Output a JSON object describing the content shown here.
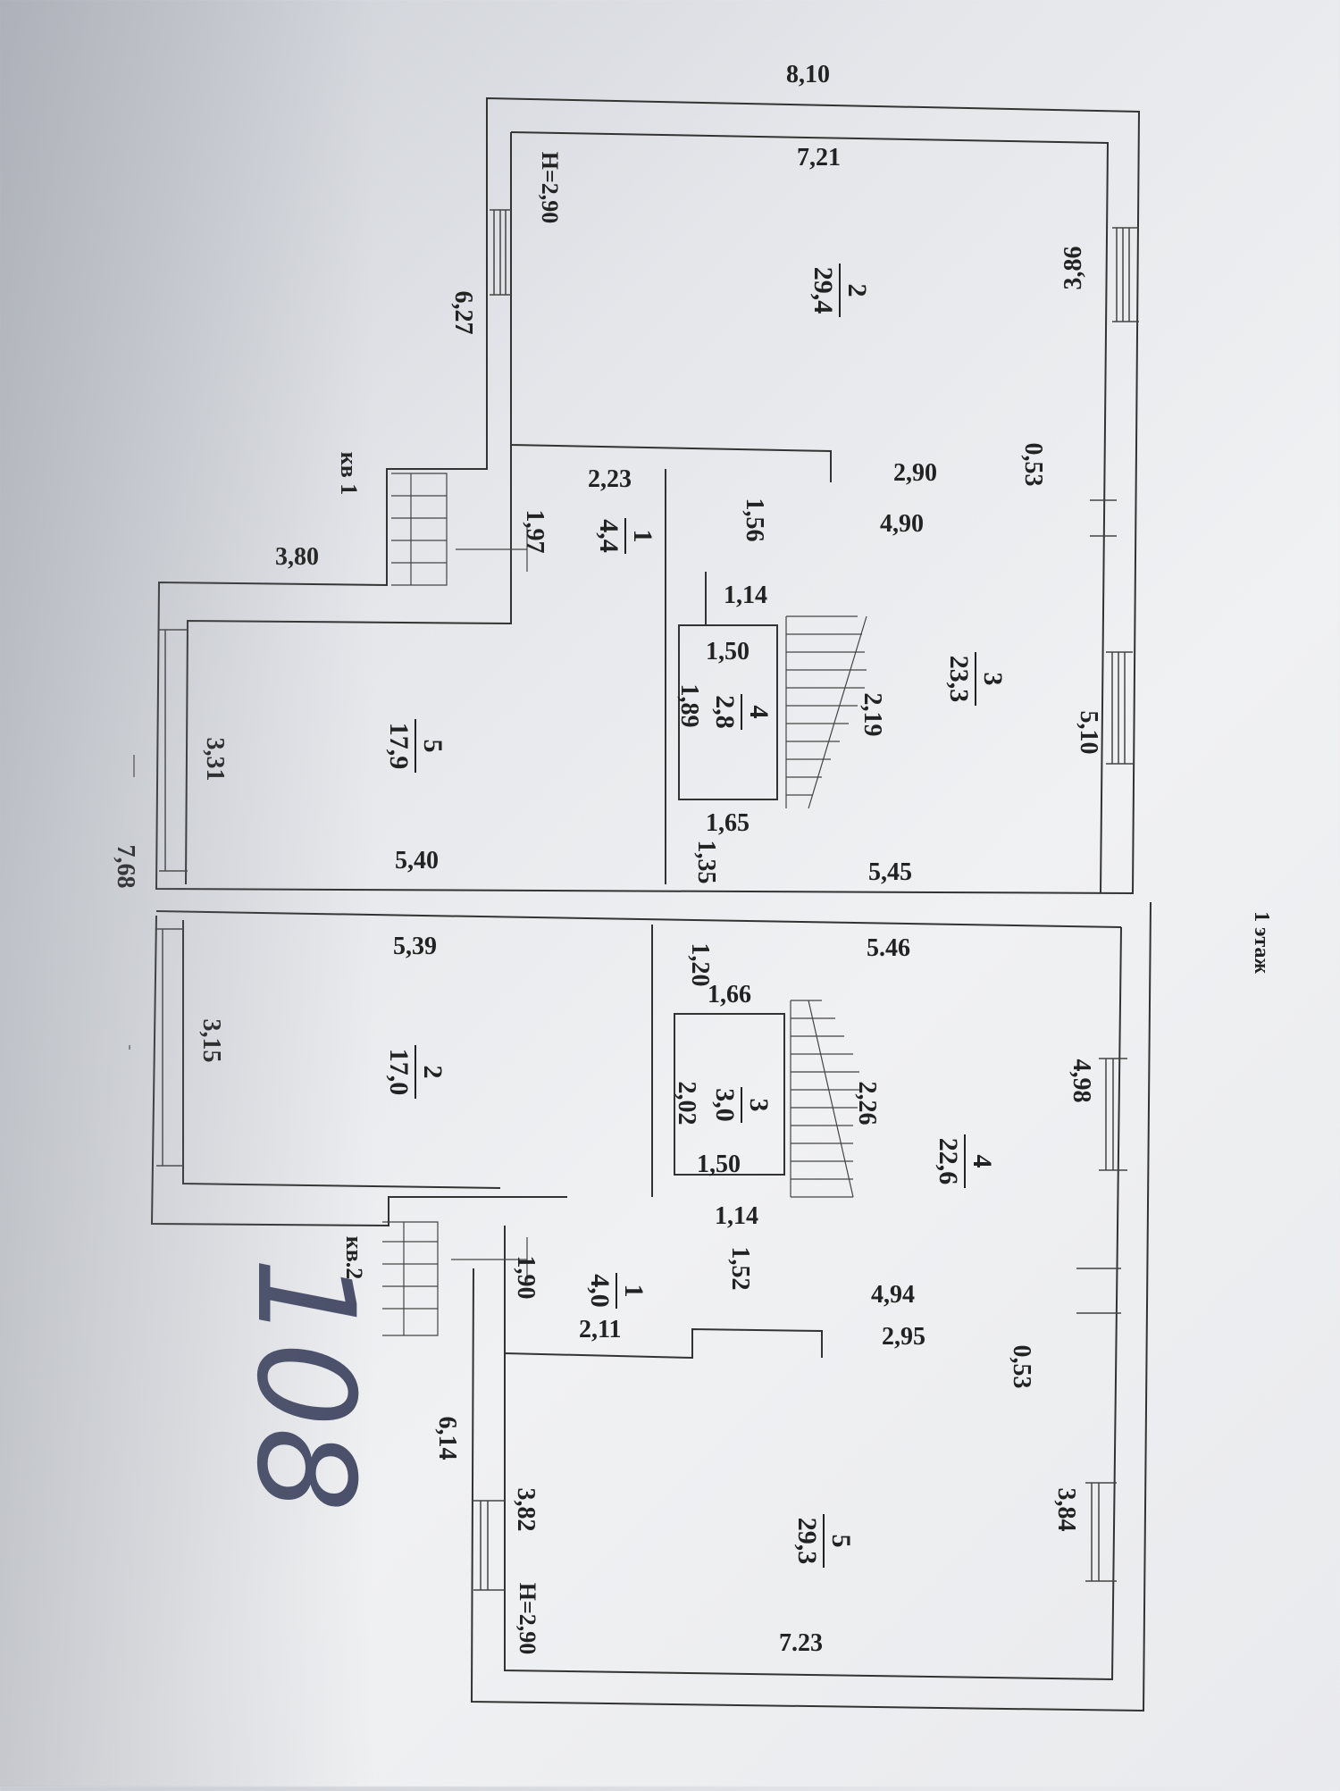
{
  "floor_label": "1 этаж",
  "handwriting": "108",
  "apartments": {
    "kv1": {
      "label": "кв 1",
      "height_label": "H=2,90"
    },
    "kv2": {
      "label": "кв.2",
      "height_label": "H=2,90"
    }
  },
  "rooms_kv1": [
    {
      "num": "1",
      "area": "4,4"
    },
    {
      "num": "2",
      "area": "29,4"
    },
    {
      "num": "3",
      "area": "23,3"
    },
    {
      "num": "4",
      "area": "2,8"
    },
    {
      "num": "5",
      "area": "17,9"
    }
  ],
  "rooms_kv2": [
    {
      "num": "1",
      "area": "4,0"
    },
    {
      "num": "2",
      "area": "17,0"
    },
    {
      "num": "3",
      "area": "3,0"
    },
    {
      "num": "4",
      "area": "22,6"
    },
    {
      "num": "5",
      "area": "29,3"
    }
  ],
  "dims": {
    "d_8_10": "8,10",
    "d_7_21": "7,21",
    "d_3_86": "3,86",
    "d_6_27": "6,27",
    "d_0_53a": "0,53",
    "d_2_90": "2,90",
    "d_4_90": "4,90",
    "d_2_23": "2,23",
    "d_1_56": "1,56",
    "d_1_97": "1,97",
    "d_3_80": "3,80",
    "d_1_14a": "1,14",
    "d_1_50a": "1,50",
    "d_1_89": "1,89",
    "d_2_19": "2,19",
    "d_5_10": "5,10",
    "d_3_31": "3,31",
    "d_1_65": "1,65",
    "d_1_35": "1,35",
    "d_5_40": "5,40",
    "d_5_45": "5,45",
    "d_7_68": "7,68",
    "d_5_39": "5,39",
    "d_5_46": "5.46",
    "d_1_20": "1,20",
    "d_1_66": "1,66",
    "d_4_98": "4,98",
    "d_3_15": "3,15",
    "d_2_26": "2,26",
    "d_2_02": "2,02",
    "d_1_50b": "1,50",
    "d_1_14b": "1,14",
    "d_1_90": "1,90",
    "d_1_52": "1,52",
    "d_4_94": "4,94",
    "d_2_11": "2,11",
    "d_2_95": "2,95",
    "d_0_53b": "0,53",
    "d_6_14": "6,14",
    "d_3_84": "3,84",
    "d_3_82": "3,82",
    "d_7_23": "7.23"
  }
}
